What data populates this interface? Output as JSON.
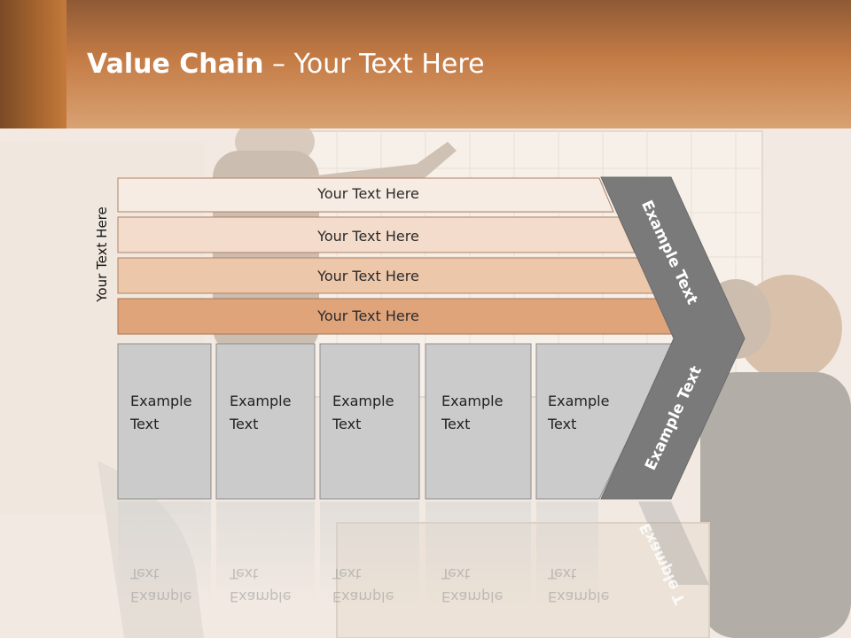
{
  "slide": {
    "title_bold": "Value Chain",
    "title_rest": " – Your Text Here",
    "side_label": "Your Text Here"
  },
  "bars": [
    {
      "label": "Your Text Here",
      "color": "#f7ece3"
    },
    {
      "label": "Your Text Here",
      "color": "#f3dccb"
    },
    {
      "label": "Your Text Here",
      "color": "#edc7aa"
    },
    {
      "label": "Your Text Here",
      "color": "#e0a47a"
    }
  ],
  "columns": [
    {
      "line1": "Example",
      "line2": "Text"
    },
    {
      "line1": "Example",
      "line2": "Text"
    },
    {
      "line1": "Example",
      "line2": "Text"
    },
    {
      "line1": "Example",
      "line2": "Text"
    },
    {
      "line1": "Example",
      "line2": "Text"
    }
  ],
  "arrow": {
    "upper_label": "Example Text",
    "lower_label": "Example Text",
    "reflection_label": "Example T",
    "color": "#7a7a7a"
  },
  "colors": {
    "accent": "#c47b45",
    "column_fill": "#cbcbcb"
  }
}
